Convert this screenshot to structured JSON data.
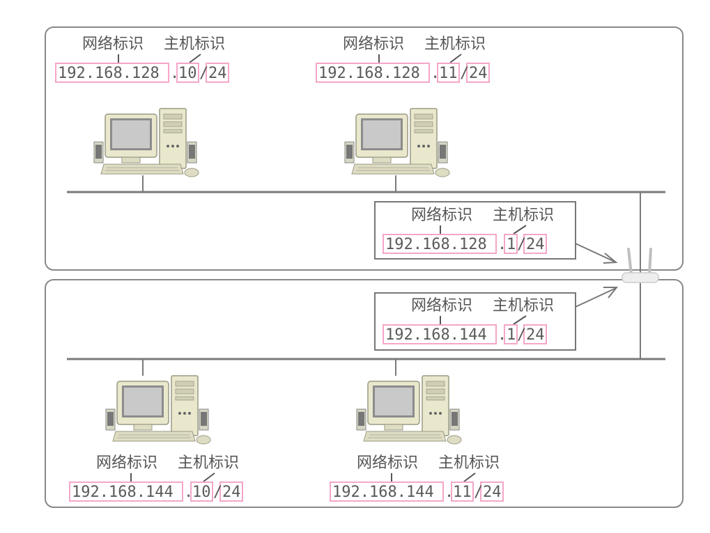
{
  "labels": {
    "network_id": "网络标识",
    "host_id": "主机标识"
  },
  "hosts": [
    {
      "network": "192.168.128",
      "host": "10",
      "mask": "24"
    },
    {
      "network": "192.168.128",
      "host": "11",
      "mask": "24"
    },
    {
      "network": "192.168.144",
      "host": "10",
      "mask": "24"
    },
    {
      "network": "192.168.144",
      "host": "11",
      "mask": "24"
    }
  ],
  "router_interfaces": [
    {
      "network": "192.168.128",
      "host": "1",
      "mask": "24"
    },
    {
      "network": "192.168.144",
      "host": "1",
      "mask": "24"
    }
  ],
  "colors": {
    "highlight_box": "#f4a6c8",
    "segment_frame": "#888888",
    "bus_line": "#7a7a7a",
    "text": "#555555"
  },
  "icons": {
    "host": "desktop-computer-icon",
    "router": "wireless-router-icon"
  }
}
